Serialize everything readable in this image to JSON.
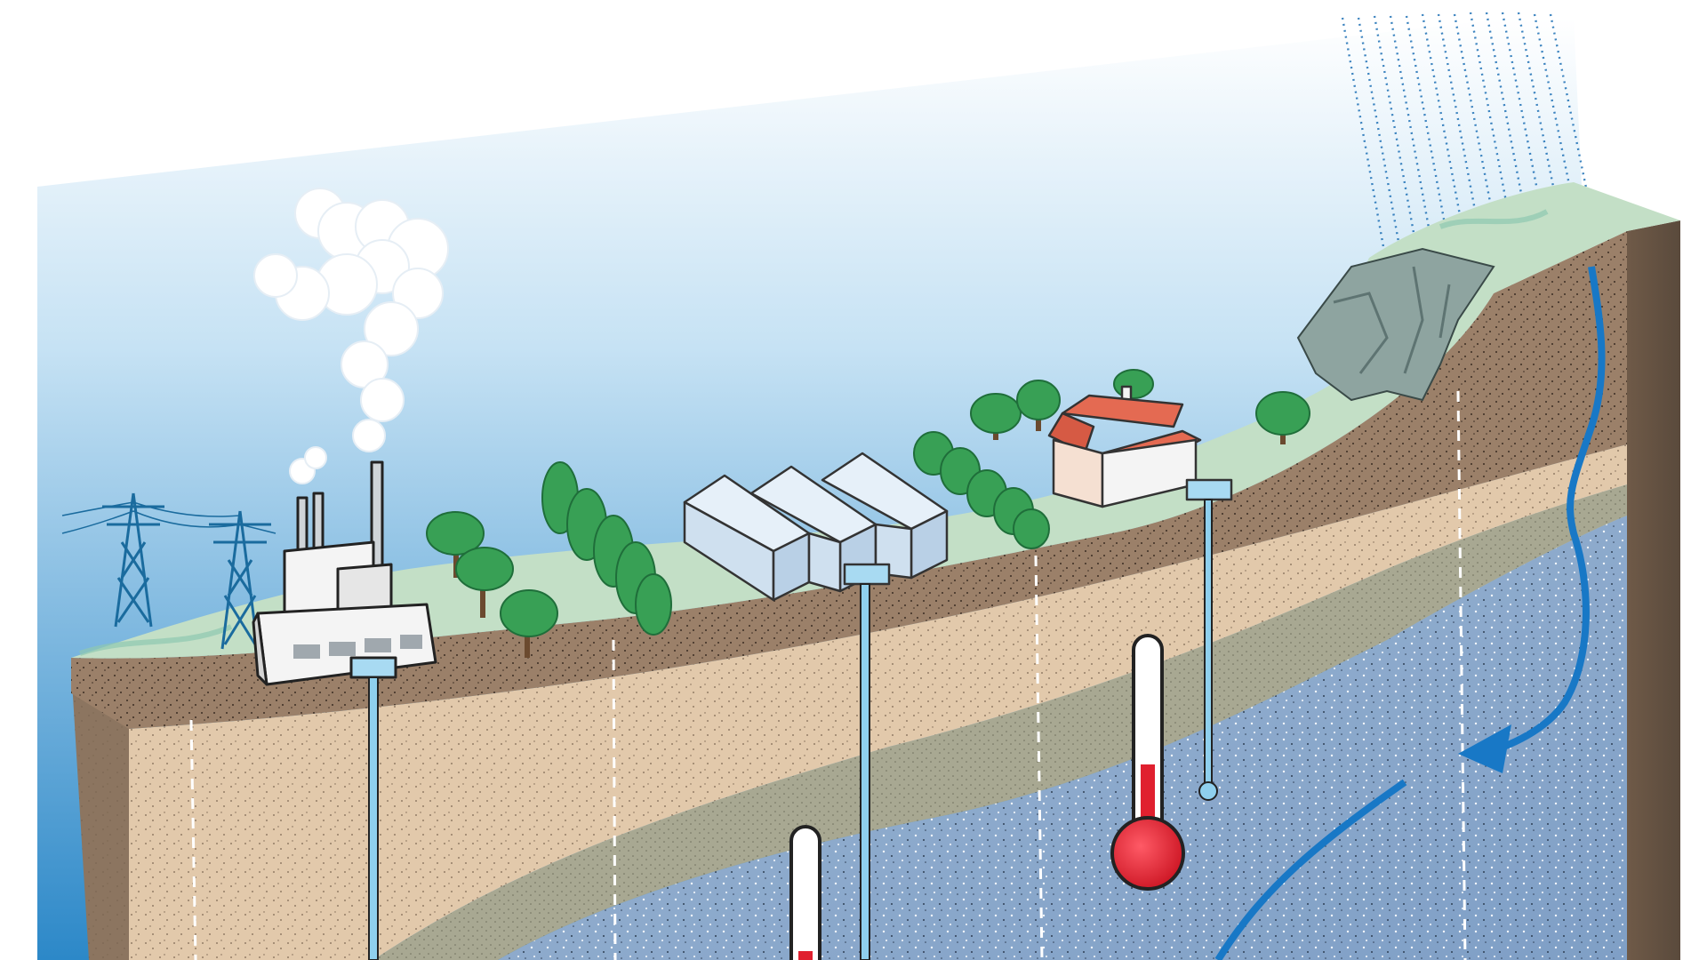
{
  "labels": [],
  "colors": {
    "sky_top": "#ffffff",
    "sky_bottom": "#2c88c8",
    "grass": "#c3dfc6",
    "topsoil": "#9b8069",
    "sand": "#e2c9ab",
    "clay": "#a8a892",
    "aquifer": "#8eaed1",
    "water_pipe": "#8fd0ee",
    "water_flow": "#1878c6",
    "thermometer_red": "#e0202f",
    "tree": "#38a055",
    "roof": "#e46a52",
    "building": "#f4f4f4",
    "greenhouse": "#dcebf7",
    "pylon": "#1a6b9e",
    "rock": "#8ea4a0"
  },
  "thermometers": [
    {
      "name": "deep-thermometer",
      "level": 0.62
    },
    {
      "name": "shallow-thermometer",
      "level": 0.1
    }
  ]
}
